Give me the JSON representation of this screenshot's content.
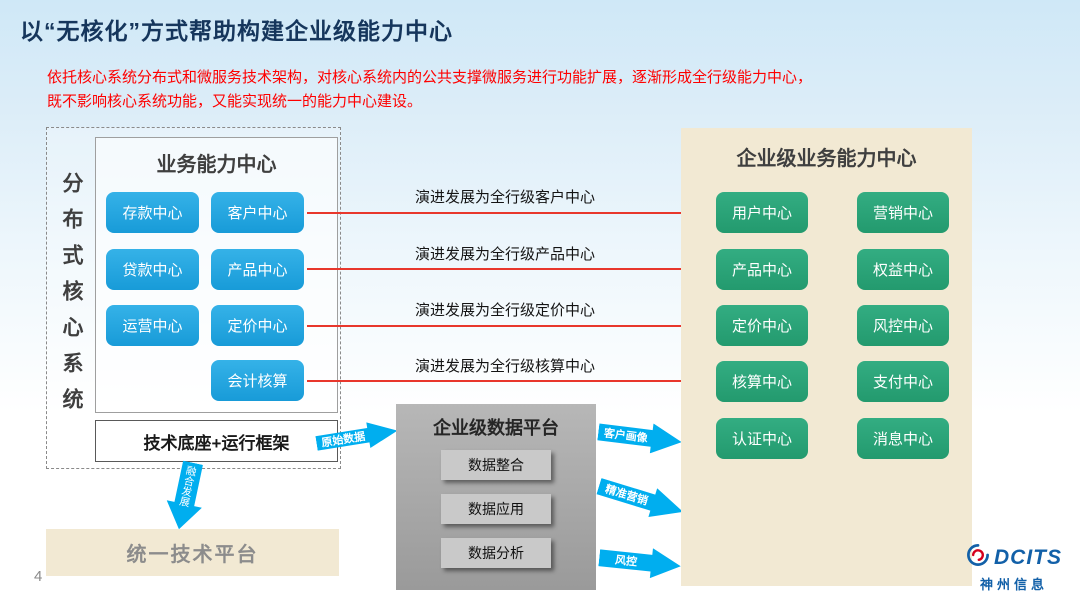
{
  "slide": {
    "title": "以“无核化”方式帮助构建企业级能力中心",
    "subtitle_line1": "依托核心系统分布式和微服务技术架构，对核心系统内的公共支撑微服务进行功能扩展，逐渐形成全行级能力中心，",
    "subtitle_line2": "既不影响核心系统功能，又能实现统一的能力中心建设。",
    "page_number": "4"
  },
  "left_panel": {
    "vertical_label": "分布式核心系统",
    "business_center": {
      "title": "业务能力中心",
      "items": [
        "存款中心",
        "客户中心",
        "贷款中心",
        "产品中心",
        "运营中心",
        "定价中心",
        "会计核算"
      ]
    },
    "tech_base_label": "技术底座+运行框架",
    "unified_platform_label": "统一技术平台",
    "fusion_arrow_label": "融合发展"
  },
  "evolution": {
    "labels": [
      "演进发展为全行级客户中心",
      "演进发展为全行级产品中心",
      "演进发展为全行级定价中心",
      "演进发展为全行级核算中心"
    ]
  },
  "data_platform": {
    "title": "企业级数据平台",
    "items": [
      "数据整合",
      "数据应用",
      "数据分析"
    ],
    "input_arrow_label": "原始数据",
    "output_arrow_labels": [
      "客户画像",
      "精准营销",
      "风控"
    ]
  },
  "enterprise_center": {
    "title": "企业级业务能力中心",
    "items": [
      "用户中心",
      "营销中心",
      "产品中心",
      "权益中心",
      "定价中心",
      "风控中心",
      "核算中心",
      "支付中心",
      "认证中心",
      "消息中心"
    ]
  },
  "footer": {
    "logo_text": "DCITS",
    "logo_subtext": "神州信息"
  },
  "colors": {
    "blue_button": "#1FA3E0",
    "green_button": "#2CA579",
    "beige_panel": "#F2E9D3",
    "arrow_blue": "#00AEEF",
    "arrow_red": "#E8372C",
    "title_navy": "#16365C",
    "subtitle_red": "#FE0000"
  }
}
